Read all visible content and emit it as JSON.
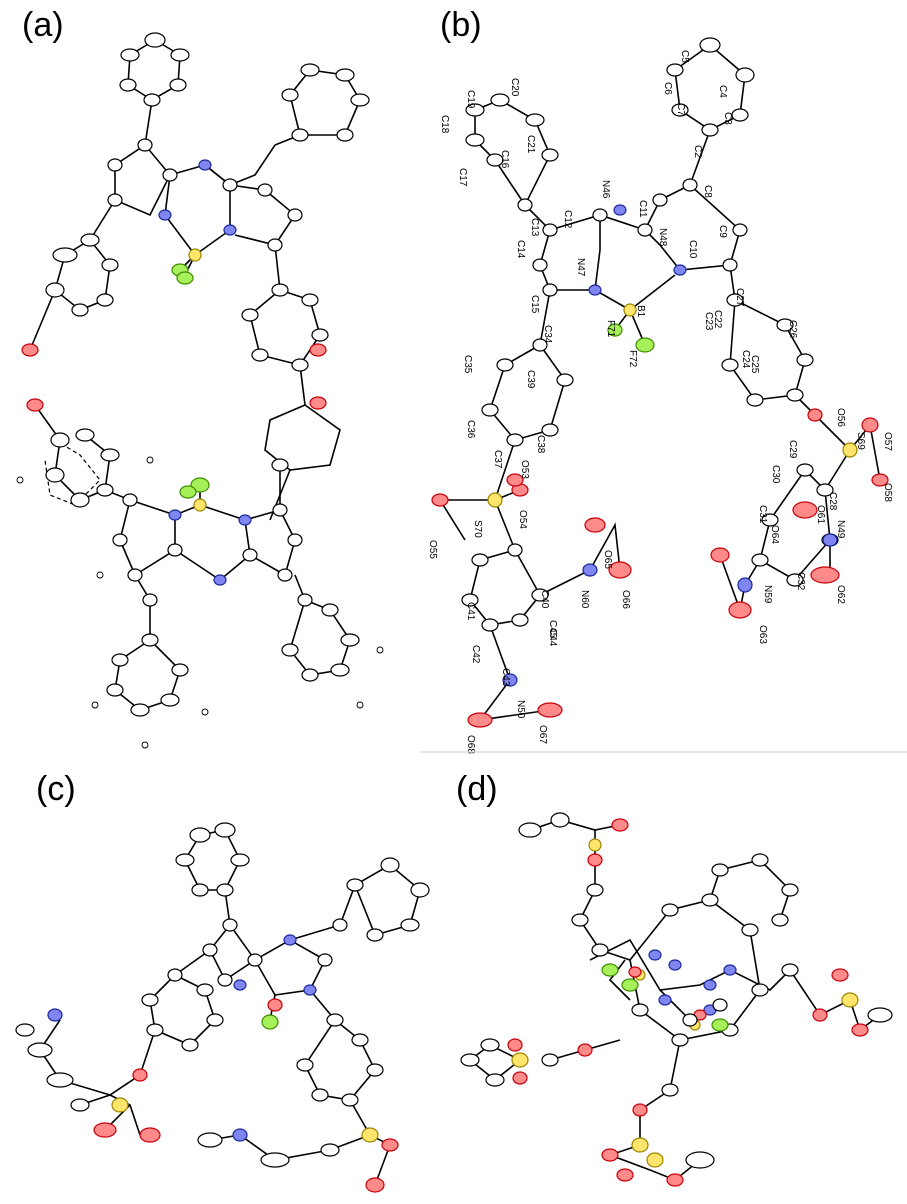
{
  "panels": {
    "a": {
      "label": "(a)"
    },
    "b": {
      "label": "(b)",
      "atom_labels": [
        "C5",
        "C6",
        "C4",
        "C7",
        "C3",
        "C19",
        "C20",
        "C18",
        "C2",
        "C21",
        "C16",
        "C17",
        "C8",
        "N46",
        "C11",
        "C12",
        "C13",
        "C14",
        "N47",
        "N48",
        "C10",
        "C9",
        "C15",
        "B1",
        "C34",
        "F71",
        "F72",
        "C27",
        "C22",
        "C23",
        "C26",
        "C35",
        "C39",
        "C24",
        "C25",
        "C36",
        "C38",
        "O56",
        "O57",
        "C37",
        "O53",
        "S69",
        "C29",
        "C30",
        "O58",
        "C28",
        "S70",
        "O54",
        "O61",
        "O55",
        "O65",
        "C31",
        "O64",
        "N49",
        "N60",
        "C40",
        "C45",
        "O66",
        "N59",
        "C32",
        "C41",
        "O62",
        "C42",
        "C44",
        "C43",
        "O63",
        "N50",
        "O68",
        "O67"
      ]
    },
    "c": {
      "label": "(c)"
    },
    "d": {
      "label": "(d)"
    }
  }
}
